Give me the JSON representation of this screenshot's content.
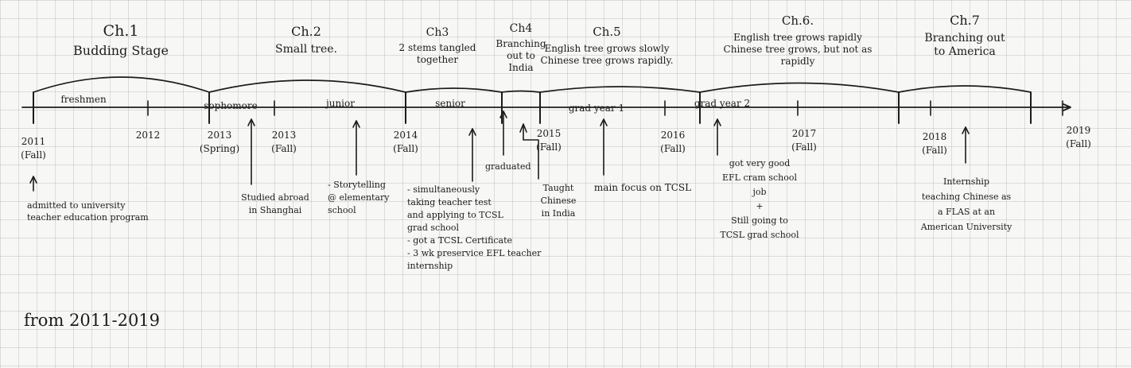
{
  "chapters": [
    {
      "id": "ch1",
      "label": "Ch.1",
      "title_lines": [
        "Budding Stage"
      ]
    },
    {
      "id": "ch2",
      "label": "Ch.2",
      "title_lines": [
        "Small tree."
      ]
    },
    {
      "id": "ch3",
      "label": "Ch3",
      "title_lines": [
        "2 stems tangled",
        "together"
      ]
    },
    {
      "id": "ch4",
      "label": "Ch4",
      "title_lines": [
        "Branching",
        "out to",
        "India"
      ]
    },
    {
      "id": "ch5",
      "label": "Ch.5",
      "title_lines": [
        "English tree grows slowly",
        "Chinese tree grows rapidly."
      ]
    },
    {
      "id": "ch6",
      "label": "Ch.6.",
      "title_lines": [
        "English tree grows rapidly",
        "Chinese tree grows, but not as",
        "rapidly"
      ]
    },
    {
      "id": "ch7",
      "label": "Ch.7",
      "title_lines": [
        "Branching out",
        "to America"
      ]
    }
  ],
  "school_years": [
    "freshmen",
    "sophomore",
    "junior",
    "senior",
    "grad year 1",
    "grad year 2"
  ],
  "year_marks": [
    {
      "id": "2011",
      "lines": [
        "2011",
        "(Fall)"
      ]
    },
    {
      "id": "2012",
      "lines": [
        "2012"
      ]
    },
    {
      "id": "2013-spring",
      "lines": [
        "2013",
        "(Spring)"
      ]
    },
    {
      "id": "2013-fall",
      "lines": [
        "2013",
        "(Fall)"
      ]
    },
    {
      "id": "2014",
      "lines": [
        "2014",
        "(Fall)"
      ]
    },
    {
      "id": "2015",
      "lines": [
        "2015",
        "(Fall)"
      ]
    },
    {
      "id": "2016",
      "lines": [
        "2016",
        "(Fall)"
      ]
    },
    {
      "id": "2017",
      "lines": [
        "2017",
        "(Fall)"
      ]
    },
    {
      "id": "2018",
      "lines": [
        "2018",
        "(Fall)"
      ]
    },
    {
      "id": "2019",
      "lines": [
        "2019",
        "(Fall)"
      ]
    }
  ],
  "events": [
    {
      "id": "admitted",
      "lines": [
        "admitted to university",
        "teacher education program"
      ]
    },
    {
      "id": "abroad",
      "lines": [
        "Studied abroad",
        "in Shanghai"
      ]
    },
    {
      "id": "storytelling",
      "lines": [
        "- Storytelling",
        "@ elementary",
        "school"
      ]
    },
    {
      "id": "senior-tasks",
      "lines": [
        "- simultaneously",
        "taking teacher test",
        "and applying to TCSL",
        "grad school",
        "- got a TCSL Certificate",
        "- 3 wk preservice EFL teacher",
        "internship"
      ]
    },
    {
      "id": "graduated",
      "lines": [
        "graduated"
      ]
    },
    {
      "id": "taught-india",
      "lines": [
        "Taught",
        "Chinese",
        "in India"
      ]
    },
    {
      "id": "tcsl-focus",
      "lines": [
        "main focus on TCSL"
      ]
    },
    {
      "id": "efl-job",
      "lines": [
        "got very good",
        "EFL cram school",
        "job",
        "+",
        "Still going to",
        "TCSL grad school"
      ]
    },
    {
      "id": "flas",
      "lines": [
        "Internship",
        "teaching Chinese as",
        "a FLAS at an",
        "American University"
      ]
    }
  ],
  "footer_note": "from 2011-2019",
  "ink_color": "#1c1c1c"
}
